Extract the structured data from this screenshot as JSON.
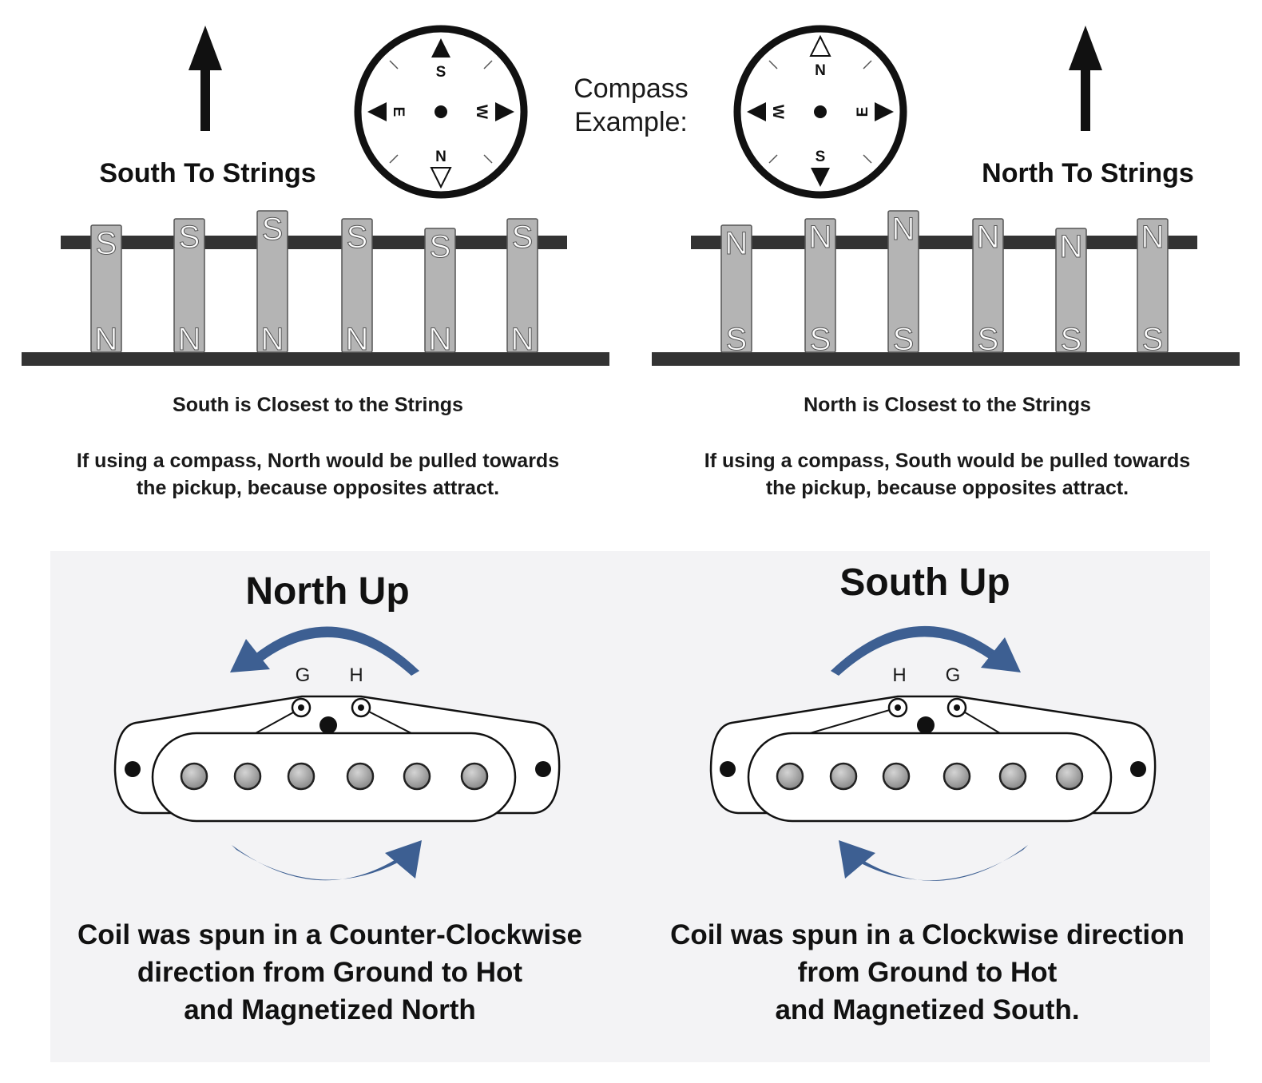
{
  "top": {
    "compass_label_line1": "Compass",
    "compass_label_line2": "Example:",
    "left": {
      "heading": "South To Strings",
      "top_letter": "S",
      "bottom_letter": "N",
      "caption_title": "South is Closest to the Strings",
      "caption_line1": "If using a compass, North would be pulled towards",
      "caption_line2": "the pickup, because opposites attract.",
      "compass": {
        "top": "S",
        "bottom": "N",
        "left": "E",
        "right": "W"
      }
    },
    "right": {
      "heading": "North To Strings",
      "top_letter": "N",
      "bottom_letter": "S",
      "caption_title": "North is Closest to the Strings",
      "caption_line1": "If using a compass, South would be pulled towards",
      "caption_line2": "the pickup, because opposites attract.",
      "compass": {
        "top": "N",
        "bottom": "S",
        "left": "W",
        "right": "E"
      }
    }
  },
  "bottom": {
    "left": {
      "title": "North Up",
      "tab_left": "G",
      "tab_right": "H",
      "caption_line1": "Coil was spun in a Counter-Clockwise",
      "caption_line2": "direction from Ground to Hot",
      "caption_line3": "and Magnetized North"
    },
    "right": {
      "title": "South Up",
      "tab_left": "H",
      "tab_right": "G",
      "caption_line1": "Coil was spun in a Clockwise direction",
      "caption_line2": "from Ground to Hot",
      "caption_line3": "and Magnetized South."
    }
  },
  "colors": {
    "arrow_blue": "#3d5f92",
    "panel_bg": "#f3f3f5",
    "magnet_fill": "#b4b4b4",
    "bar_fill": "#333333",
    "pole_fill": "#a8a8a8"
  }
}
